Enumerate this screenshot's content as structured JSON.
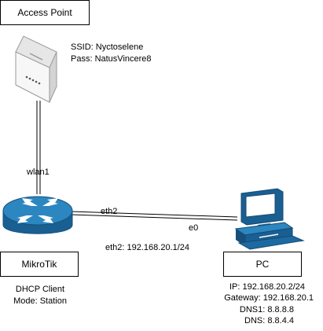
{
  "nodes": {
    "access_point": {
      "title": "Access Point",
      "ssid_line": "SSID: Nyctoselene",
      "pass_line": "Pass: NatusVincere8"
    },
    "mikrotik": {
      "title": "MikroTik",
      "dhcp_line": "DHCP Client",
      "mode_line": "Mode: Station"
    },
    "pc": {
      "title": "PC",
      "ip_line": "IP: 192.168.20.2/24",
      "gateway_line": "Gateway: 192.168.20.1",
      "dns1_line": "DNS1: 8.8.8.8",
      "dns_line": "DNS: 8.8.4.4"
    }
  },
  "links": {
    "wireless": {
      "router_port": "wlan1"
    },
    "ethernet": {
      "router_port": "eth2",
      "pc_port": "e0",
      "router_ip": "eth2: 192.168.20.1/24"
    }
  },
  "colors": {
    "router_body": "#1e6fa8",
    "router_top": "#2f87c2",
    "pc_body": "#1f6fa6",
    "pc_screen": "#ffffff",
    "ap_body": "#f4f4f4",
    "ap_led": "#555555"
  },
  "icons": {
    "access_point": "access-point-icon",
    "router": "router-icon",
    "pc": "pc-icon"
  }
}
